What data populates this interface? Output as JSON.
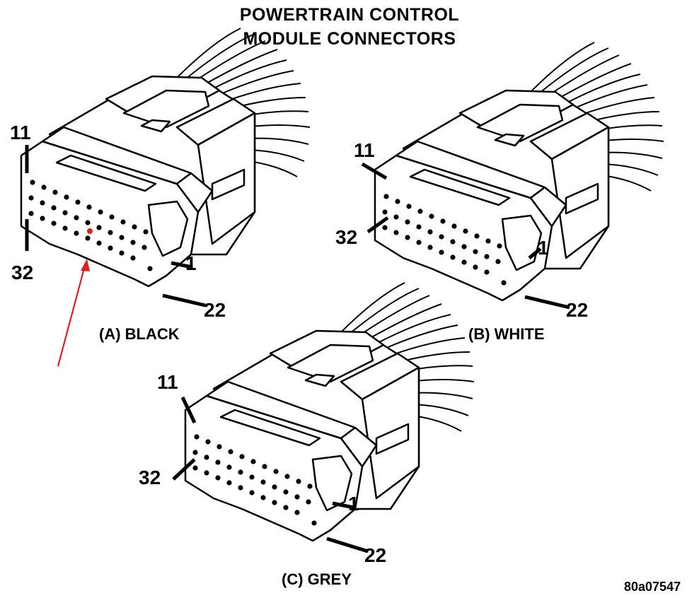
{
  "title": {
    "line1": "POWERTRAIN CONTROL",
    "line2": "MODULE CONNECTORS"
  },
  "figure_ref": "80a07547",
  "connectors": [
    {
      "id": "A",
      "caption": "(A) BLACK",
      "pins": {
        "top_left": "11",
        "bottom_left": "32",
        "right": "1",
        "bottom_right": "22"
      }
    },
    {
      "id": "B",
      "caption": "(B) WHITE",
      "pins": {
        "top_left": "11",
        "bottom_left": "32",
        "right": "1",
        "bottom_right": "22"
      }
    },
    {
      "id": "C",
      "caption": "(C) GREY",
      "pins": {
        "top_left": "11",
        "bottom_left": "32",
        "right": "1",
        "bottom_right": "22"
      }
    }
  ],
  "annotation": {
    "marker_color": "#e02020",
    "arrow_color": "#e02020"
  }
}
